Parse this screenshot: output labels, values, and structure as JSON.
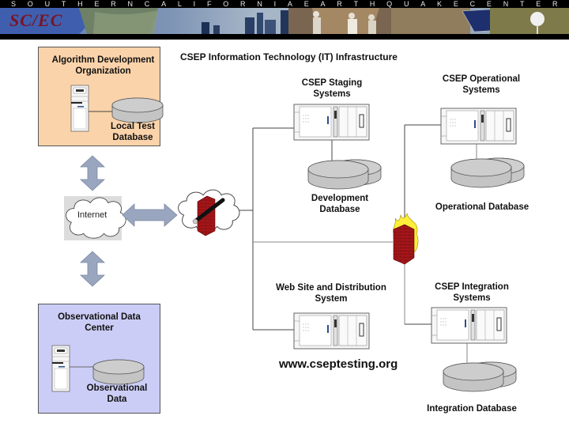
{
  "banner": {
    "letters": [
      "S",
      "O",
      "U",
      "T",
      "H",
      "E",
      "R",
      "N",
      "C",
      "A",
      "L",
      "I",
      "F",
      "O",
      "R",
      "N",
      "I",
      "A",
      "E",
      "A",
      "R",
      "T",
      "H",
      "Q",
      "U",
      "A",
      "K",
      "E",
      "C",
      "E",
      "N",
      "T",
      "E",
      "R"
    ],
    "logo_text": "SC/EC",
    "colors": {
      "sky": "#4a78b0",
      "sea": "#3f63a8",
      "hills": "#7b8e6a",
      "rock": "#9a7a55",
      "logo": "#7a1424"
    }
  },
  "diagram": {
    "title": "CSEP Information Technology (IT) Infrastructure",
    "algorithm_org": {
      "title_line1": "Algorithm Development",
      "title_line2": "Organization",
      "db_line1": "Local Test",
      "db_line2": "Database",
      "fill": "#fbd3aa"
    },
    "observational_center": {
      "title_line1": "Observational Data",
      "title_line2": "Center",
      "db_line1": "Observational",
      "db_line2": "Data",
      "fill": "#cccdf6"
    },
    "internet_label": "Internet",
    "staging": {
      "title_line1": "CSEP Staging",
      "title_line2": "Systems",
      "db_line1": "Development",
      "db_line2": "Database"
    },
    "operational": {
      "title_line1": "CSEP Operational",
      "title_line2": "Systems",
      "db_label": "Operational Database"
    },
    "website": {
      "title_line1": "Web Site and Distribution",
      "title_line2": "System",
      "url": "www.cseptesting.org"
    },
    "integration": {
      "title_line1": "CSEP Integration",
      "title_line2": "Systems",
      "db_label": "Integration Database"
    },
    "colors": {
      "arrow": "#9aa6bf",
      "firewall_brick": "#b0171b",
      "flame": "#ffef3a",
      "db_fill": "#c8c8c8",
      "server_fill": "#f4f4f4"
    }
  }
}
